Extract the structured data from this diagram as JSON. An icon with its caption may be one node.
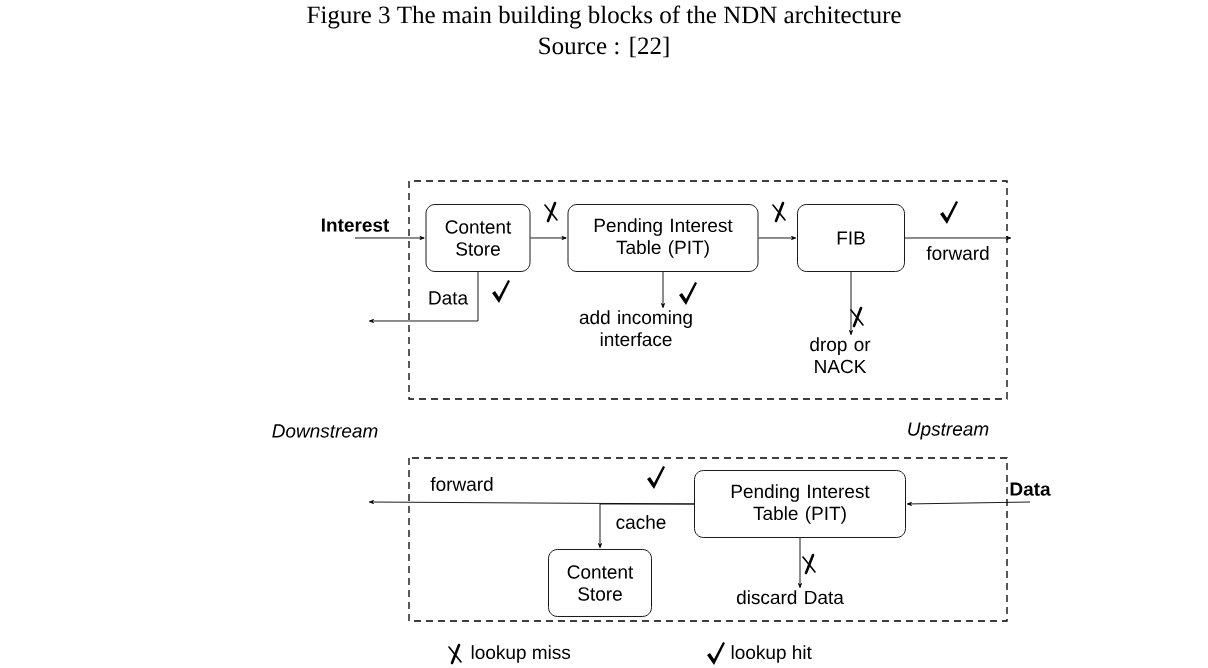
{
  "diagram": {
    "title": "Figure 3 The main building blocks of the NDN architecture",
    "caption": "Source : [22]",
    "nodes": [
      {
        "text": [
          "Interest"
        ]
      },
      {
        "text": [
          "Content Store"
        ]
      },
      {
        "text": [
          "Pending Interest Table (PIT)"
        ]
      },
      {
        "text": [
          "FIB"
        ]
      },
      {
        "text": [
          "add incoming interface"
        ]
      },
      {
        "text": [
          "drop or NACK"
        ]
      },
      {
        "text": [
          "Data"
        ]
      },
      {
        "text": [
          "Pending Interest Table (PIT)"
        ]
      },
      {
        "text": [
          "Content Store"
        ]
      },
      {
        "text": [
          "discard Data"
        ]
      }
    ],
    "edges": [
      {
        "from": 0,
        "to": 1,
        "arrow": "to"
      },
      {
        "from": 1,
        "to": 2,
        "arrow": "to"
      },
      {
        "from": 2,
        "to": 3,
        "arrow": "to"
      },
      {
        "from": 3,
        "to": null,
        "arrow": "to",
        "label": "forward"
      },
      {
        "from": 1,
        "to": null,
        "arrow": "to",
        "label": "Data"
      },
      {
        "from": 2,
        "to": 4,
        "arrow": "to"
      },
      {
        "from": 3,
        "to": 5,
        "arrow": "to"
      },
      {
        "from": 6,
        "to": 7,
        "arrow": "to"
      },
      {
        "from": 7,
        "to": null,
        "arrow": "to",
        "label": "forward"
      },
      {
        "from": 7,
        "to": 8,
        "arrow": "to",
        "label": "cache"
      },
      {
        "from": 7,
        "to": 9,
        "arrow": "to"
      }
    ],
    "labels": [
      "Downstream",
      "Upstream"
    ],
    "legend": [
      {
        "text": "lookup miss"
      },
      {
        "text": "lookup hit"
      }
    ]
  }
}
